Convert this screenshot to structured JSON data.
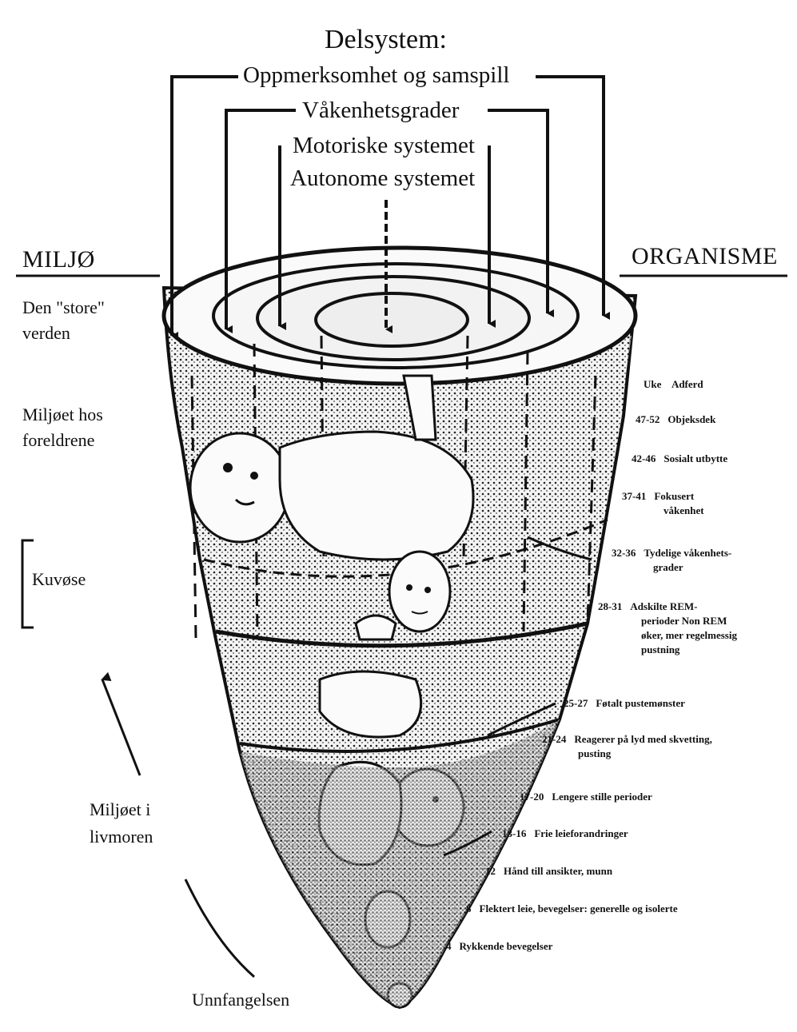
{
  "title": "Delsystem:",
  "subsystems": [
    "Oppmerksomhet og samspill",
    "Våkenhetsgrader",
    "Motoriske systemet",
    "Autonome systemet"
  ],
  "labels": {
    "left_header": "MILJØ",
    "right_header": "ORGANISME",
    "world": [
      "Den \"store\"",
      "verden"
    ],
    "parents": [
      "Miljøet hos",
      "foreldrene"
    ],
    "incubator": "Kuvøse",
    "womb": [
      "Miljøet i",
      "livmoren"
    ],
    "conception": "Unnfangelsen"
  },
  "table_header": {
    "week": "Uke",
    "behavior": "Adferd"
  },
  "stages": [
    {
      "week": "47-52",
      "behavior": "Objeksdek"
    },
    {
      "week": "42-46",
      "behavior": "Sosialt utbytte"
    },
    {
      "week": "37-41",
      "behavior": "Fokusert",
      "behavior2": "våkenhet"
    },
    {
      "week": "32-36",
      "behavior": "Tydelige våkenhets-",
      "behavior2": "grader"
    },
    {
      "week": "28-31",
      "behavior": "Adskilte REM-",
      "behavior2": "perioder Non REM",
      "behavior3": "øker, mer regelmessig",
      "behavior4": "pustning"
    },
    {
      "week": "25-27",
      "behavior": "Føtalt pustemønster"
    },
    {
      "week": "21-24",
      "behavior": "Reagerer på lyd med skvetting,",
      "behavior2": "pusting"
    },
    {
      "week": "17-20",
      "behavior": "Lengere stille perioder"
    },
    {
      "week": "13-16",
      "behavior": "Frie leieforandringer"
    },
    {
      "week": "12",
      "behavior": "Hånd till ansikter, munn"
    },
    {
      "week": "8",
      "behavior": "Flektert leie, bevegelser: generelle og isolerte"
    },
    {
      "week": "4",
      "behavior": "Rykkende bevegelser"
    }
  ]
}
